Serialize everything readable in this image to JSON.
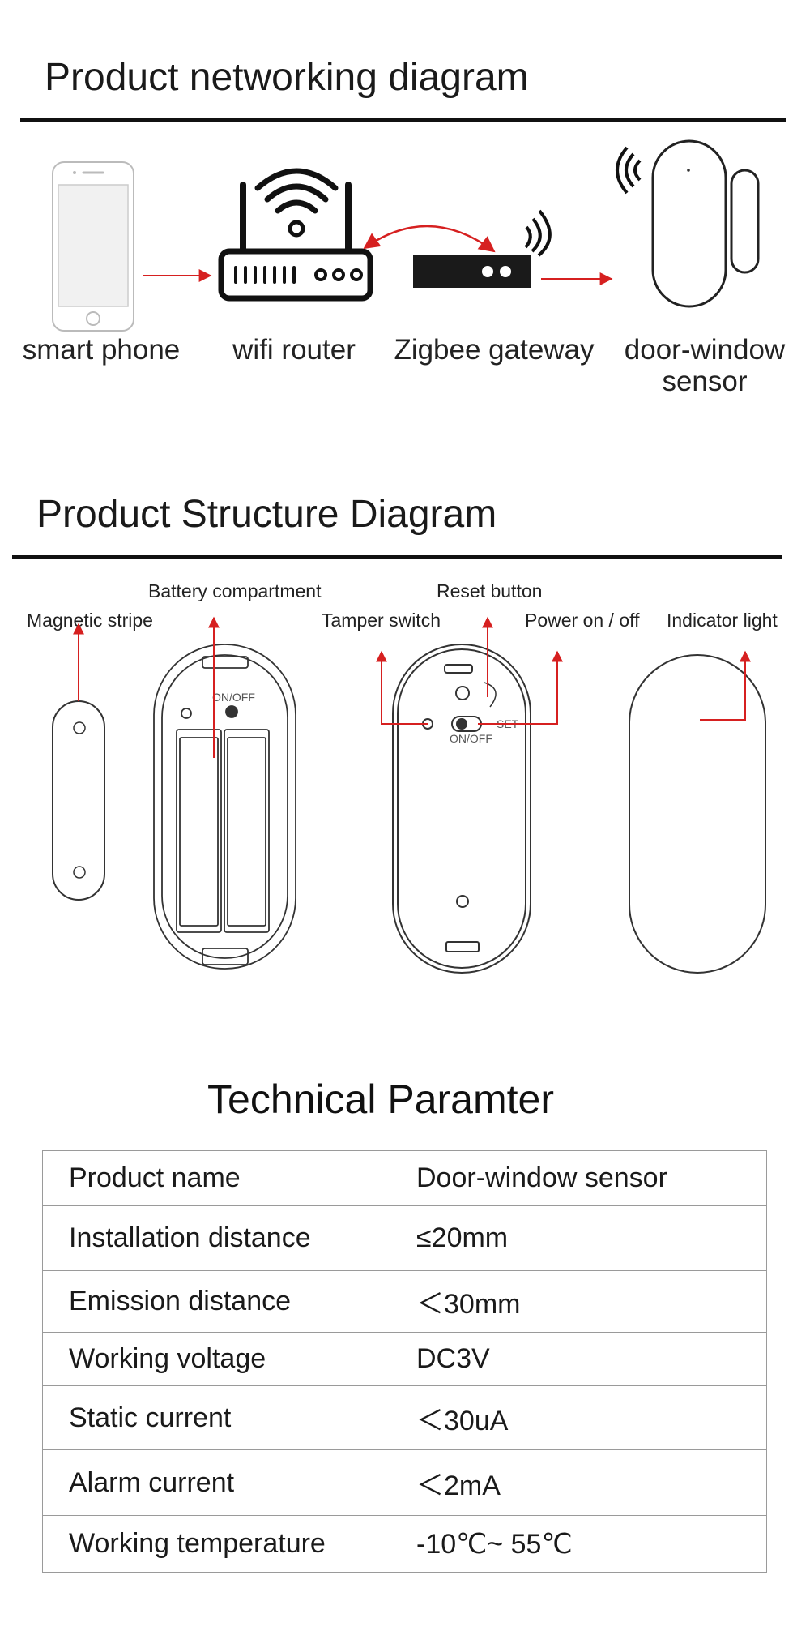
{
  "networking": {
    "title": "Product networking diagram",
    "labels": {
      "phone": "smart phone",
      "router": "wifi router",
      "gateway": "Zigbee gateway",
      "sensor_line1": "door-window",
      "sensor_line2": "sensor"
    }
  },
  "structure": {
    "title": "Product Structure Diagram",
    "labels": {
      "battery": "Battery compartment",
      "magnetic": "Magnetic stripe",
      "tamper": "Tamper switch",
      "reset": "Reset button",
      "power": "Power on / off",
      "indicator": "Indicator light"
    },
    "device_marks": {
      "onoff_top": "ON/OFF",
      "onoff_mid": "ON/OFF",
      "set": "SET"
    }
  },
  "technical": {
    "title": "Technical Paramter",
    "rows": [
      {
        "param": "Product name",
        "value": "Door-window sensor"
      },
      {
        "param": "Installation distance",
        "value": "≤20mm"
      },
      {
        "param": "Emission distance",
        "value": "＜30mm"
      },
      {
        "param": "Working voltage",
        "value": "DC3V"
      },
      {
        "param": "Static current",
        "value": "＜30uA"
      },
      {
        "param": "Alarm current",
        "value": "＜2mA"
      },
      {
        "param": "Working temperature",
        "value": "-10℃~ 55℃"
      }
    ]
  },
  "colors": {
    "arrow": "#d62020",
    "rule": "#111111",
    "table_border": "#9a9a9a"
  }
}
